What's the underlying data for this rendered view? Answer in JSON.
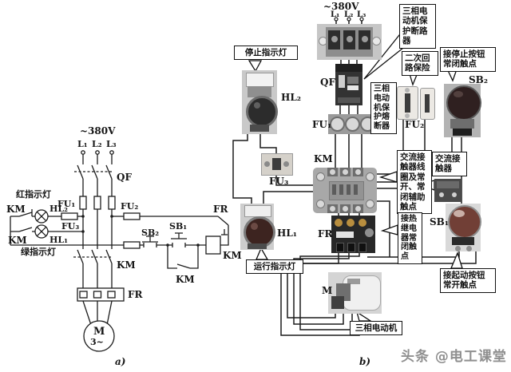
{
  "watermark": {
    "text": "头条 @电工课堂"
  },
  "a": {
    "caption": "a)",
    "voltage": "~380V",
    "l1": "L₁",
    "l2": "L₂",
    "l3": "L₃",
    "qf": "QF",
    "fu1": "FU₁",
    "fu2": "FU₂",
    "fu3": "FU₃",
    "km": "KM",
    "fr": "FR",
    "sb1": "SB₁",
    "sb2": "SB₂",
    "hl1": "HL₁",
    "hl2": "HL₂",
    "red_lamp": "红指示灯",
    "green_lamp": "绿指示灯",
    "motor": "M",
    "motor_phases": "3~"
  },
  "b": {
    "caption": "b)",
    "voltage": "~380V",
    "l1": "L₁",
    "l2": "L₂",
    "l3": "L₃",
    "qf": "QF",
    "fu1": "FU₁",
    "fu2": "FU₂",
    "fu3": "FU₃",
    "km": "KM",
    "fr": "FR",
    "sb1": "SB₁",
    "sb2": "SB₂",
    "hl1": "HL₁",
    "hl2": "HL₂",
    "motor": "M",
    "callouts": {
      "stop_lamp": "停止指示灯",
      "run_lamp": "运行指示灯",
      "breaker": "三相电动机保护断路器",
      "main_fuse": "三相电动机保护熔断器",
      "secondary_fuse": "二次回路保险",
      "stop_button": "接停止按钮常闭触点",
      "start_button": "接起动按钮常开触点",
      "coil": "交流接触器线圈及常开、常闭辅助触点",
      "contactor": "交流接触器",
      "thermal": "接热继电器常闭触点",
      "motor": "三相电动机"
    }
  },
  "colors": {
    "wire": "#1c1c1c",
    "callout_border": "#111111",
    "watermark": "#8f8f8f"
  }
}
